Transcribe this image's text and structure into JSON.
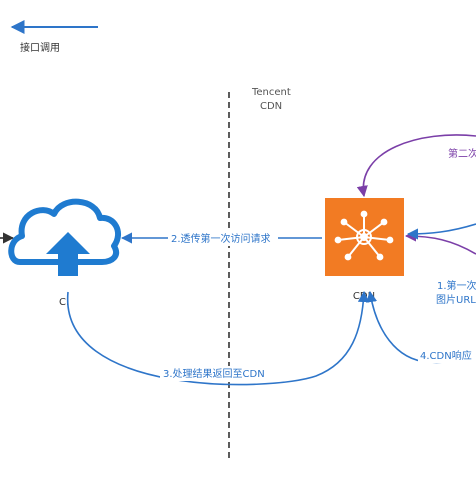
{
  "legend": {
    "interface_call": "接口调用"
  },
  "nodes": {
    "tencent_cdn_title_line1": "Tencent",
    "tencent_cdn_title_line2": "CDN",
    "ci_label": "CI",
    "cdn_label": "CDN"
  },
  "edges": {
    "second_visit": "第二次",
    "passthrough_first_visit": "2.透传第一次访问请求",
    "first_visit_line1": "1.第一次",
    "first_visit_line2": "图片URL",
    "cdn_response": "4.CDN响应",
    "return_result": "3.处理结果返回至CDN"
  },
  "colors": {
    "blue": "#2e75c9",
    "purple": "#7b3fa8",
    "cdn_orange": "#f27b23",
    "cloud_blue": "#1f7bd0"
  },
  "icons": {
    "cloud_upload": "cloud-upload-icon",
    "cdn_hub": "cdn-hub-icon"
  }
}
